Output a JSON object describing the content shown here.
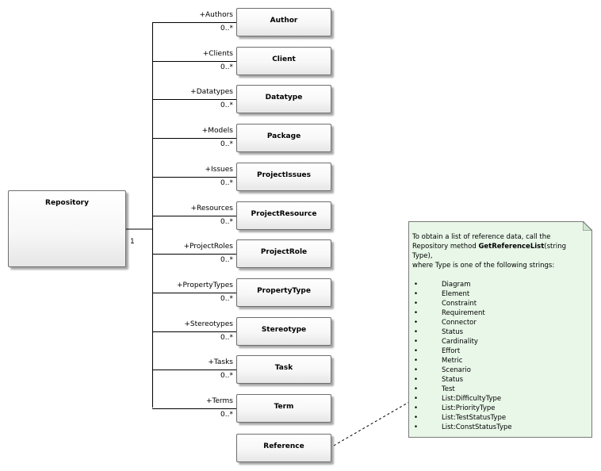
{
  "repository": {
    "name": "Repository",
    "multiplicity": "1"
  },
  "classes": [
    {
      "name": "Author",
      "role": "+Authors",
      "multiplicity": "0..*"
    },
    {
      "name": "Client",
      "role": "+Clients",
      "multiplicity": "0..*"
    },
    {
      "name": "Datatype",
      "role": "+Datatypes",
      "multiplicity": "0..*"
    },
    {
      "name": "Package",
      "role": "+Models",
      "multiplicity": "0..*"
    },
    {
      "name": "ProjectIssues",
      "role": "+Issues",
      "multiplicity": "0..*"
    },
    {
      "name": "ProjectResource",
      "role": "+Resources",
      "multiplicity": "0..*"
    },
    {
      "name": "ProjectRole",
      "role": "+ProjectRoles",
      "multiplicity": "0..*"
    },
    {
      "name": "PropertyType",
      "role": "+PropertyTypes",
      "multiplicity": "0..*"
    },
    {
      "name": "Stereotype",
      "role": "+Stereotypes",
      "multiplicity": "0..*"
    },
    {
      "name": "Task",
      "role": "+Tasks",
      "multiplicity": "0..*"
    },
    {
      "name": "Term",
      "role": "+Terms",
      "multiplicity": "0..*"
    }
  ],
  "reference": {
    "name": "Reference"
  },
  "note": {
    "intro_1": "To obtain a list of reference data, call the Repository method ",
    "method": "GetReferenceList",
    "intro_2": "(string Type),",
    "intro_3": "where Type is one of the following strings:",
    "bullet": "•",
    "items": [
      "Diagram",
      "Element",
      "Constraint",
      "Requirement",
      "Connector",
      "Status",
      "Cardinality",
      "Effort",
      "Metric",
      "Scenario",
      "Status",
      "Test",
      "List:DifficultyType",
      "List:PriorityType",
      "List:TestStatusType",
      "List:ConstStatusType"
    ]
  },
  "colors": {
    "note_fill": "#e8f7e8",
    "class_border": "#6e6e6e",
    "line": "#000000"
  }
}
